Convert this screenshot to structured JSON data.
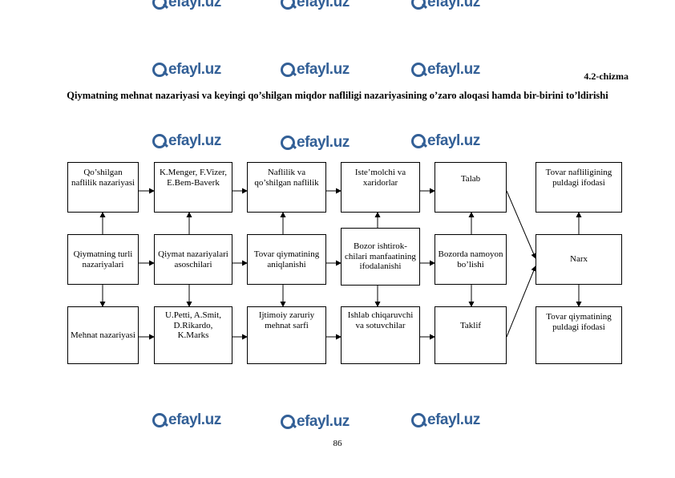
{
  "watermark": {
    "text": "efayl.uz"
  },
  "figure_label": "4.2-chizma",
  "title": "Qiymatning mehnat nazariyasi va keyingi qo’shilgan miqdor nafliligi nazariyasining o’zaro aloqasi hamda bir-birini to’ldirishi",
  "boxes": {
    "b11": "Qo’shilgan naflilik nazariyasi",
    "b12": "K.Menger, F.Vizer, E.Bem-Baverk",
    "b13": "Naflilik va qo’shilgan naflilik",
    "b14": "Iste’molchi va xaridorlar",
    "b15": "Talab",
    "b16": "Tovar nafliligining puldagi ifodasi",
    "b21": "Qiymatning turli nazariyalari",
    "b22": "Qiymat nazariyalari asoschilari",
    "b23": "Tovar qiymatining aniqlanishi",
    "b24": "Bozor ishtirok-chilari manfaatining ifodalanishi",
    "b25": "Bozorda namoyon bo’lishi",
    "b26": "Narx",
    "b31": "Mehnat nazariyasi",
    "b32": "U.Petti, A.Smit, D.Rikardo, K.Marks",
    "b33": "Ijtimoiy zaruriy mehnat sarfi",
    "b34": "Ishlab chiqaruvchi va sotuvchilar",
    "b35": "Taklif",
    "b36": "Tovar qiymatining puldagi ifodasi"
  },
  "page_number": "86"
}
